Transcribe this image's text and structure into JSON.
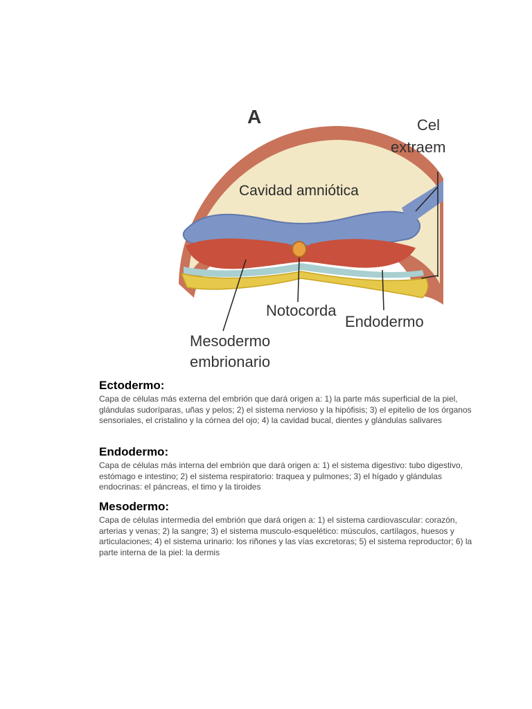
{
  "figure": {
    "letter": "A",
    "labels": {
      "cavity": "Cavidad amniótica",
      "cel": "Cel",
      "extra": "extraem",
      "notochord": "Notocorda",
      "endoderm": "Endodermo",
      "mesoderm_line1": "Mesodermo",
      "mesoderm_line2": "embrionario"
    },
    "colors": {
      "outer_layer": "#c8735a",
      "cavity": "#f3e8c6",
      "ectoderm": "#7d95c6",
      "mesoderm": "#c8503c",
      "endoderm": "#e6c84a",
      "notochord": "#e8a040",
      "cyan_layer": "#a9cfd0"
    }
  },
  "sections": {
    "ectodermo": {
      "title": "Ectodermo:",
      "text": "Capa de células más externa del embrión que dará origen a: 1) la parte más superficial de la piel, glándulas sudoríparas, uñas y pelos; 2) el sistema nervioso y la hipófisis; 3) el epitelio de los órganos sensoriales, el cristalino y la córnea del ojo; 4) la cavidad bucal, dientes y glándulas salivares"
    },
    "endodermo": {
      "title": "Endodermo:",
      "text": "Capa de células más interna del embrión que dará origen a: 1) el sistema digestivo: tubo digestivo, estómago e intestino; 2) el sistema respiratorio: traquea y pulmones; 3) el hígado y glándulas endocrinas: el páncreas, el timo y la tiroides"
    },
    "mesodermo": {
      "title": "Mesodermo:",
      "text": "Capa de células intermedia del embrión que dará origen a: 1) el sistema cardiovascular: corazón, arterias y venas; 2) la sangre; 3) el sistema musculo-esquelético: músculos, cartílagos, huesos y articulaciones; 4) el sistema urinario: los riñones y las vías excretoras; 5) el sistema reproductor; 6) la parte interna de la piel: la dermis"
    }
  }
}
